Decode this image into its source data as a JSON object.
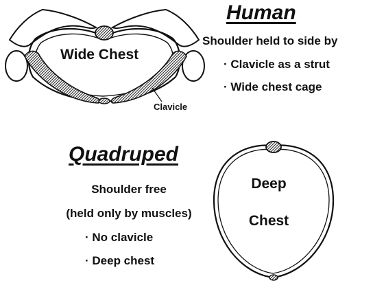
{
  "human": {
    "heading": "Human",
    "intro": "Shoulder held to side by",
    "points": [
      "Clavicle as a strut",
      "Wide chest cage"
    ],
    "chest_label": "Wide Chest",
    "clavicle_label": "Clavicle"
  },
  "quadruped": {
    "heading": "Quadruped",
    "intro_lines": [
      "Shoulder free",
      "(held only by muscles)"
    ],
    "points": [
      "No clavicle",
      "Deep chest"
    ],
    "chest_label_lines": [
      "Deep",
      "Chest"
    ]
  }
}
